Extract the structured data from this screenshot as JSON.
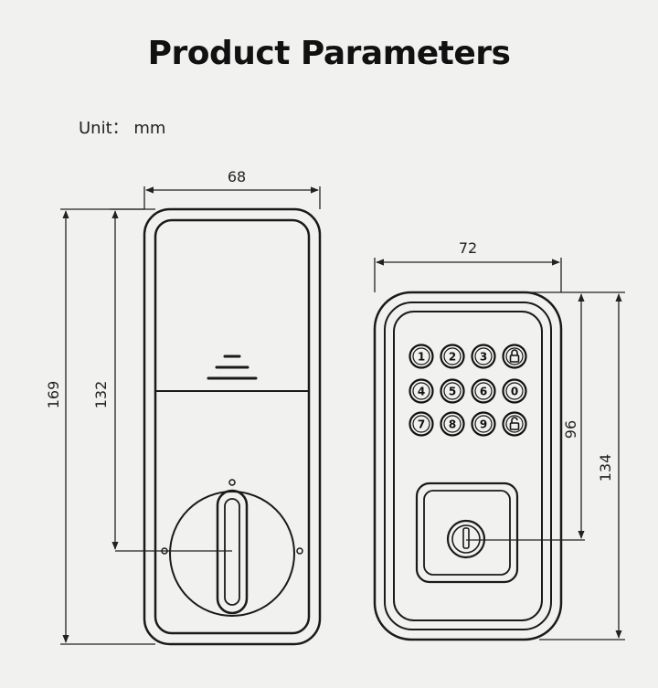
{
  "title": "Product Parameters",
  "unit": "Unit： mm",
  "interior": {
    "width": "68",
    "height_total": "169",
    "height_inner": "132"
  },
  "exterior": {
    "width": "72",
    "height_total": "134",
    "height_keypad": "96",
    "keypad_keys": [
      "1",
      "2",
      "3",
      "lock-icon",
      "4",
      "5",
      "6",
      "0",
      "7",
      "8",
      "9",
      "unlock-icon"
    ]
  }
}
